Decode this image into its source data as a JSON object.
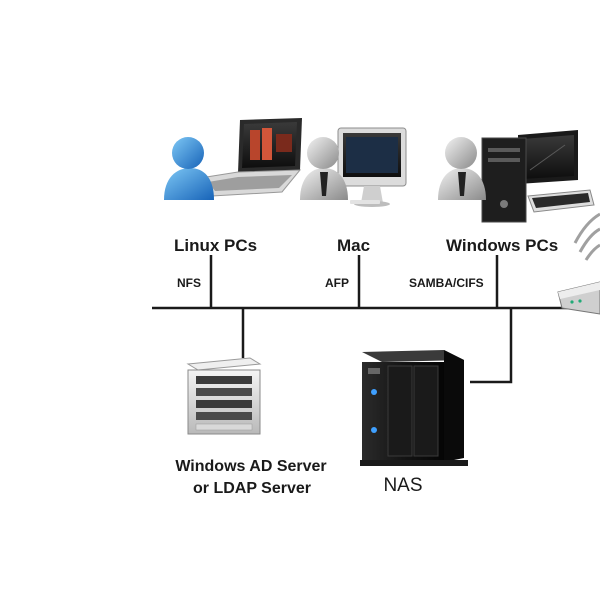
{
  "clients": {
    "linux": {
      "label": "Linux PCs",
      "protocol": "NFS",
      "icon": "laptop-icon"
    },
    "mac": {
      "label": "Mac",
      "protocol": "AFP",
      "icon": "imac-icon"
    },
    "windows": {
      "label": "Windows PCs",
      "protocol": "SAMBA/CIFS",
      "icon": "desktop-pc-icon"
    }
  },
  "servers": {
    "directory": {
      "line1": "Windows AD Server",
      "line2": "or LDAP Server",
      "icon": "server-rack-icon"
    },
    "nas": {
      "label": "NAS",
      "label_color": "#cc1111",
      "icon": "nas-device-icon"
    }
  },
  "network": {
    "icon": "wifi-router-icon",
    "line_color": "#1a1a1a"
  }
}
